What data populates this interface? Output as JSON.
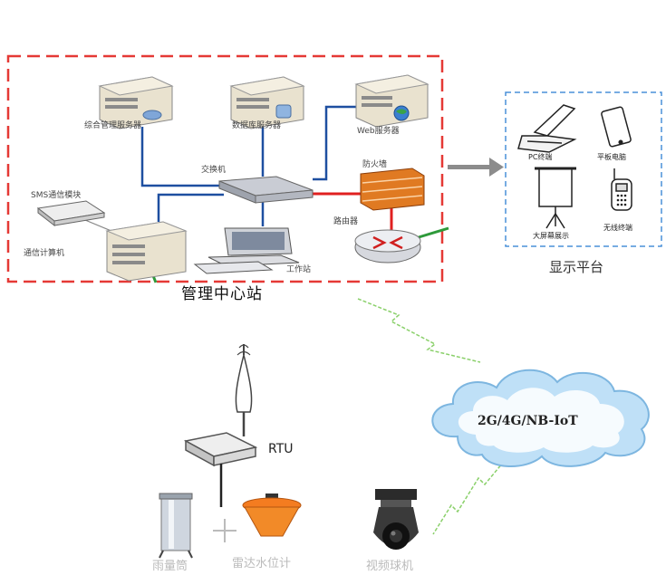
{
  "management": {
    "title": "管理中心站",
    "servers": {
      "integrated": "综合管理服务器",
      "database": "数据库服务器",
      "web": "Web服务器"
    },
    "switch": "交换机",
    "firewall": "防火墙",
    "router": "路由器",
    "sms_module": "SMS通信模块",
    "comm_computer": "通信计算机",
    "workstation": "工作站"
  },
  "display": {
    "title": "显示平台",
    "pc": "PC终端",
    "tablet": "平板电脑",
    "big_screen": "大屏幕展示",
    "wireless": "无线终端"
  },
  "network": {
    "cloud_label": "2G/4G/NB-IoT"
  },
  "field": {
    "rtu": "RTU",
    "rain_gauge": "雨量筒",
    "radar": "雷达水位计",
    "camera": "视频球机"
  },
  "colors": {
    "dashed_red": "#e53935",
    "dashed_blue": "#4a90d9",
    "blue_line": "#1e4fa0",
    "red_line": "#e02020",
    "green_line": "#2e9a3a",
    "cloud": "#bfe0f7"
  }
}
